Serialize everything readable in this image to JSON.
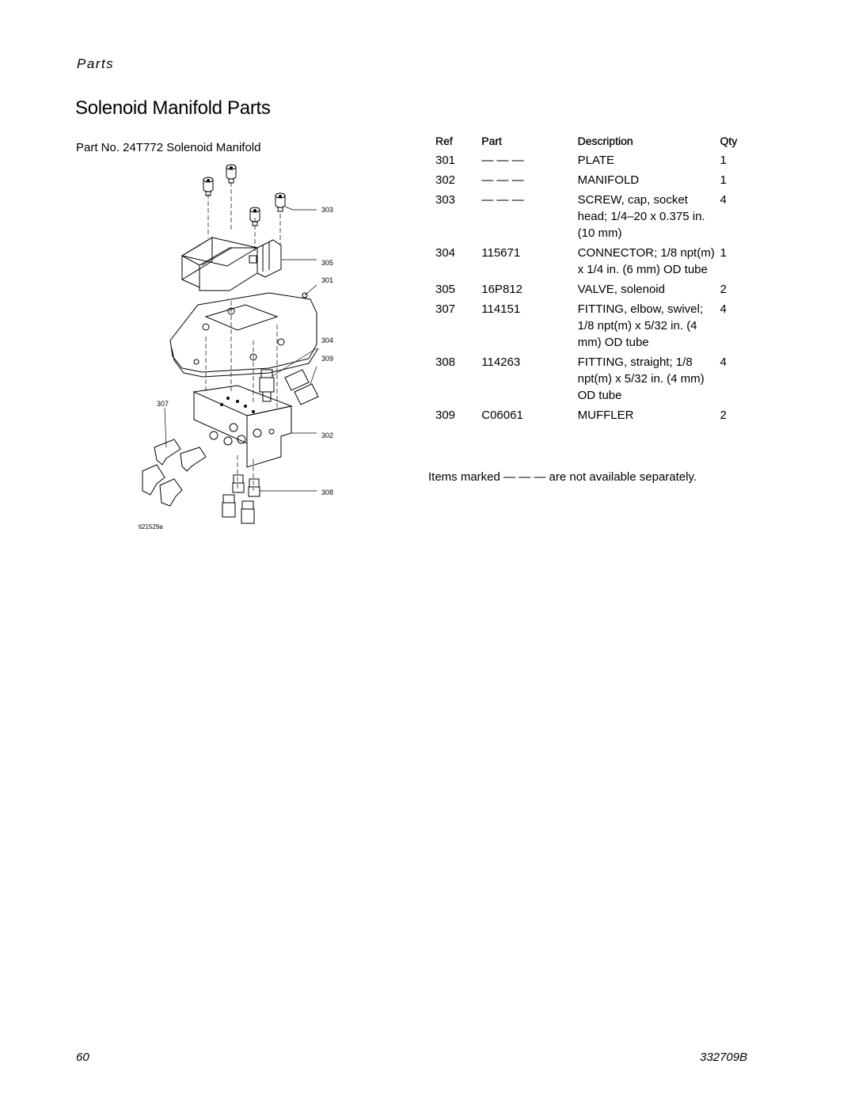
{
  "header": {
    "section": "Parts"
  },
  "title": "Solenoid Manifold Parts",
  "figure": {
    "title": "Part No. 24T772 Solenoid Manifold",
    "callouts": [
      "303",
      "305",
      "301",
      "304",
      "309",
      "307",
      "302",
      "308"
    ],
    "image_id": "ti21529a"
  },
  "table": {
    "headers": {
      "ref": "Ref",
      "part": "Part",
      "description": "Description",
      "qty": "Qty"
    },
    "rows": [
      {
        "ref": "301",
        "part": "— — —",
        "description": "PLATE",
        "qty": "1"
      },
      {
        "ref": "302",
        "part": "— — —",
        "description": "MANIFOLD",
        "qty": "1"
      },
      {
        "ref": "303",
        "part": "— — —",
        "description": "SCREW, cap, socket head; 1/4–20 x 0.375 in. (10 mm)",
        "qty": "4"
      },
      {
        "ref": "304",
        "part": "115671",
        "description": "CONNECTOR; 1/8 npt(m) x 1/4 in. (6 mm) OD tube",
        "qty": "1"
      },
      {
        "ref": "305",
        "part": "16P812",
        "description": "VALVE, solenoid",
        "qty": "2"
      },
      {
        "ref": "307",
        "part": "114151",
        "description": "FITTING, elbow, swivel; 1/8 npt(m) x 5/32 in. (4 mm) OD tube",
        "qty": "4"
      },
      {
        "ref": "308",
        "part": "114263",
        "description": "FITTING, straight; 1/8 npt(m) x 5/32 in. (4 mm) OD tube",
        "qty": "4"
      },
      {
        "ref": "309",
        "part": "C06061",
        "description": "MUFFLER",
        "qty": "2"
      }
    ],
    "note": "Items marked — — — are not available separately."
  },
  "footer": {
    "page_number": "60",
    "doc_number": "332709B"
  }
}
